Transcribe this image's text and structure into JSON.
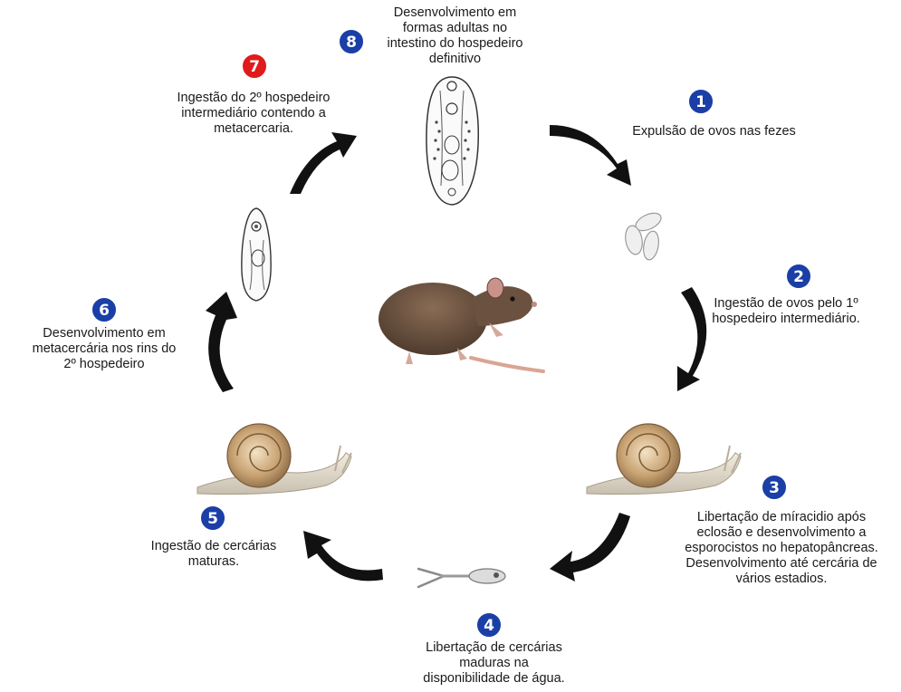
{
  "stages": [
    {
      "number": "1",
      "color": "#1a3fa6",
      "text": "Expulsão de ovos nas fezes"
    },
    {
      "number": "2",
      "color": "#1a3fa6",
      "text": "Ingestão de ovos pelo 1º\nhospedeiro intermediário."
    },
    {
      "number": "3",
      "color": "#1a3fa6",
      "text": "Libertação de míracidio após\neclosão e desenvolvimento a\nesporocistos no hepatopâncreas.\nDesenvolvimento até cercária de\nvários estadios."
    },
    {
      "number": "4",
      "color": "#1a3fa6",
      "text": "Libertação de cercárias\nmaduras na\ndisponibilidade de água."
    },
    {
      "number": "5",
      "color": "#1a3fa6",
      "text": "Ingestão de cercárias\nmaturas."
    },
    {
      "number": "6",
      "color": "#1a3fa6",
      "text": "Desenvolvimento em\nmetacercária nos rins do\n2º hospedeiro"
    },
    {
      "number": "7",
      "color": "#e01b1b",
      "text": "Ingestão do 2º hospedeiro\nintermediário contendo a\nmetacercaria."
    },
    {
      "number": "8",
      "color": "#1a3fa6",
      "text": "Desenvolvimento em\nformas adultas no\nintestino do hospedeiro\ndefinitivo"
    }
  ],
  "illustrations": [
    "adult-fluke",
    "eggs",
    "rat",
    "snail",
    "snail",
    "cercaria",
    "metacercaria"
  ]
}
